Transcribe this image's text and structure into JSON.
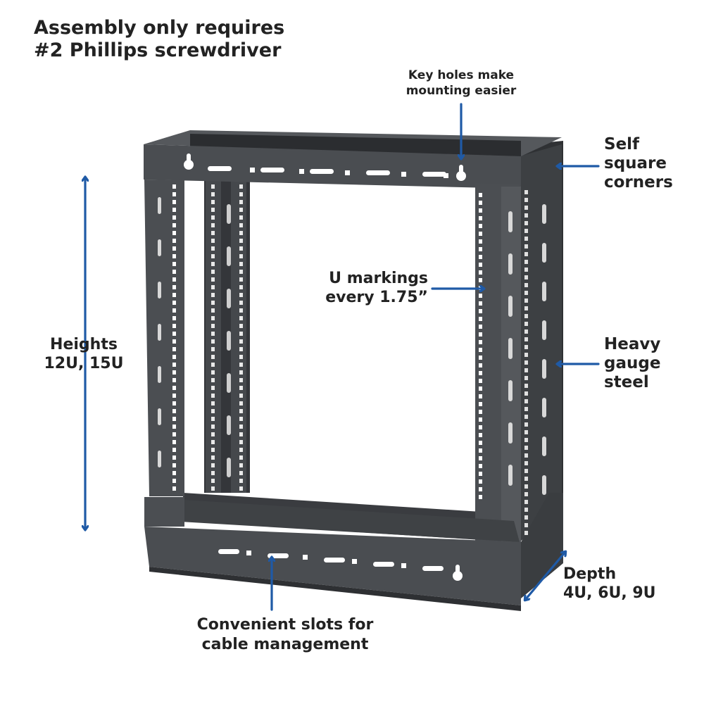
{
  "title": {
    "line1": "Assembly only requires",
    "line2": "#2 Phillips screwdriver"
  },
  "callouts": {
    "key_holes": {
      "line1": "Key holes make",
      "line2": "mounting easier"
    },
    "self_square": {
      "line1": "Self",
      "line2": "square",
      "line3": "corners"
    },
    "u_markings": {
      "line1": "U markings",
      "line2": "every 1.75”"
    },
    "heights": {
      "line1": "Heights",
      "line2": "12U, 15U"
    },
    "steel": {
      "line1": "Heavy",
      "line2": "gauge",
      "line3": "steel"
    },
    "depth": {
      "line1": "Depth",
      "line2": "4U, 6U, 9U"
    },
    "slots": {
      "line1": "Convenient slots for",
      "line2": "cable management"
    }
  },
  "colors": {
    "arrow": "#1f5aa6",
    "text": "#222222",
    "steel_dark": "#3a3c3f",
    "steel_mid": "#4b4e52",
    "steel_light": "#5e6266"
  }
}
